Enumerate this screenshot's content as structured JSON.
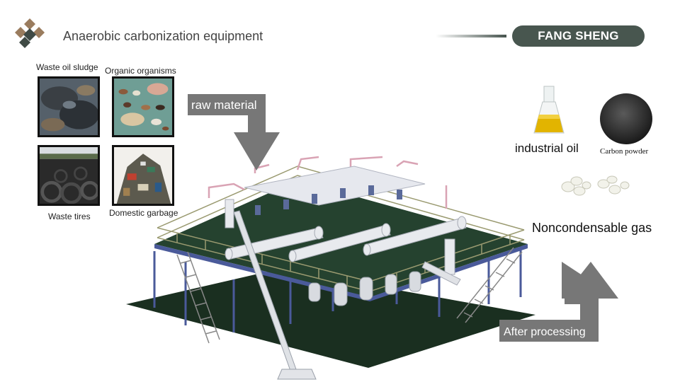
{
  "header": {
    "title": "Anaerobic carbonization equipment",
    "brand": "FANG SHENG"
  },
  "raw_materials": [
    {
      "label": "Waste oil sludge"
    },
    {
      "label": "Organic organisms"
    },
    {
      "label": "Waste tires"
    },
    {
      "label": "Domestic garbage"
    }
  ],
  "flow": {
    "input_label": "raw material",
    "output_label": "After processing"
  },
  "products": {
    "oil": "industrial oil",
    "carbon": "Carbon powder",
    "gas": "Noncondensable gas"
  },
  "colors": {
    "brand_dark": "#48564f",
    "logo_dark": "#3f4a45",
    "logo_brown": "#9a7c5e",
    "arrow_gray": "#777777",
    "platform_green": "#1f3a28",
    "railing_olive": "#9a9a70",
    "column_blue": "#4a5a9a",
    "pipe_pink": "#d9a3b4"
  }
}
